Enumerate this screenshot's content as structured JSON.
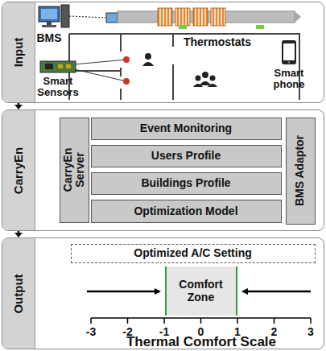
{
  "diagram": {
    "nodes": [
      {
        "text": [
          "Input"
        ]
      },
      {
        "text": [
          "CarryEn"
        ]
      },
      {
        "text": [
          "Output"
        ]
      },
      {
        "text": [
          "CarryEn Server"
        ],
        "in": 1
      },
      {
        "text": [
          "Event Monitoring"
        ],
        "in": 1
      },
      {
        "text": [
          "Users Profile"
        ],
        "in": 1
      },
      {
        "text": [
          "Buildings Profile"
        ],
        "in": 1
      },
      {
        "text": [
          "Optimization Model"
        ],
        "in": 1
      },
      {
        "text": [
          "BMS Adaptor"
        ],
        "in": 1
      },
      {
        "text": [
          "Optimized A/C Setting"
        ],
        "in": 2
      },
      {
        "text": [
          "Comfort Zone"
        ],
        "in": 2
      }
    ],
    "edges": [
      {
        "from": 0,
        "to": 1,
        "arrow": "to"
      },
      {
        "from": 1,
        "to": 2,
        "arrow": "to"
      }
    ],
    "labels": [
      "BMS",
      "Thermostats",
      "Smart Sensors",
      "Smart phone",
      "-3",
      "-2",
      "-1",
      "0",
      "1",
      "2",
      "3",
      "Thermal Comfort Scale"
    ]
  }
}
